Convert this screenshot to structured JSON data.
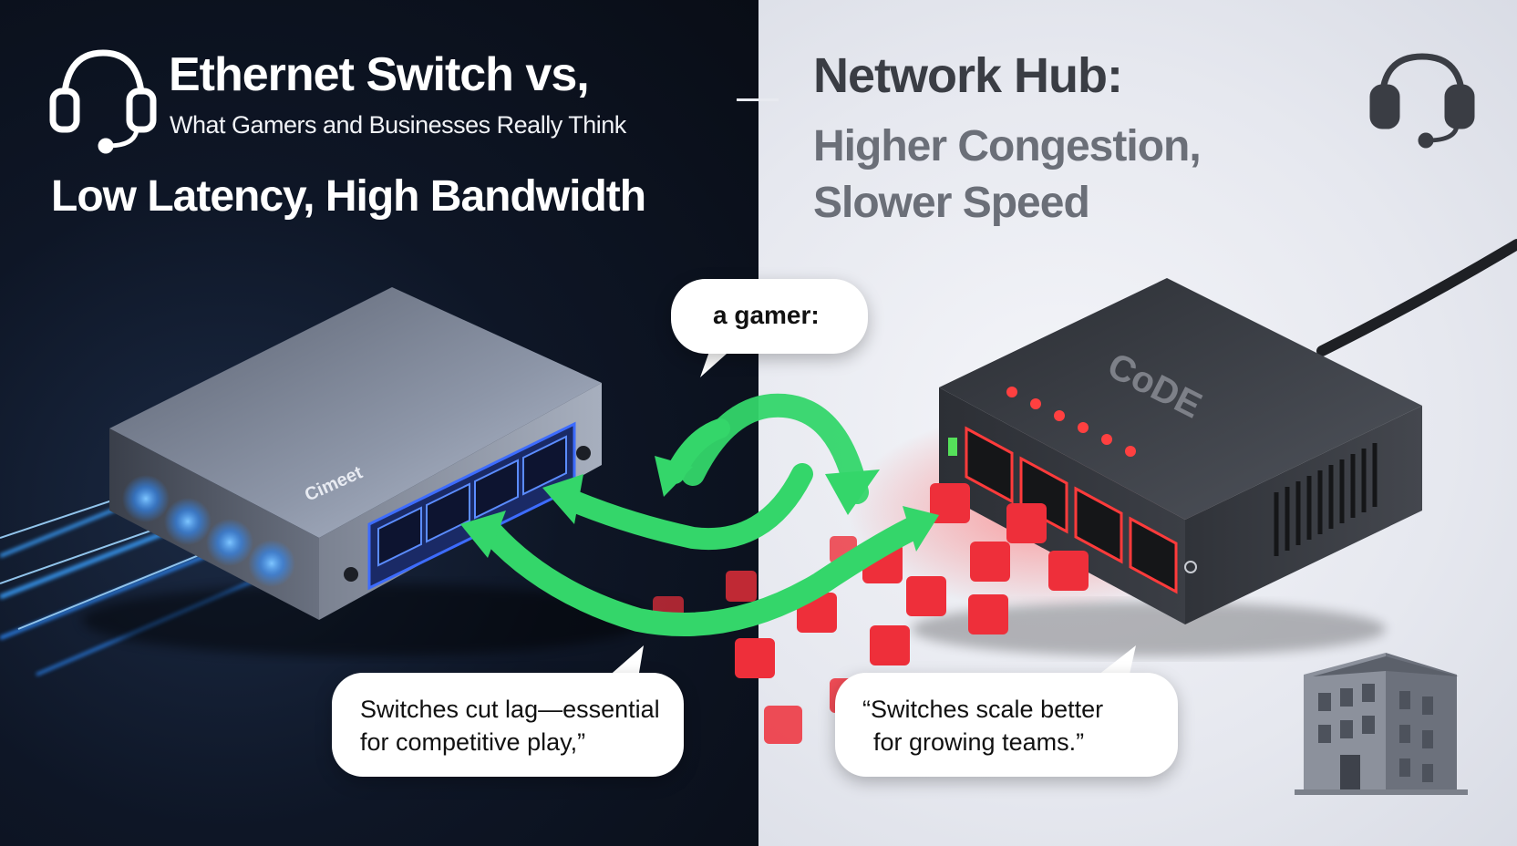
{
  "left": {
    "title": "Ethernet Switch vs,",
    "subtitle": "What Gamers and Businesses Really Think",
    "tagline": "Low Latency, High Bandwidth",
    "device_label": "Cimeet",
    "accent_color": "#2f8cff"
  },
  "right": {
    "title": "Network Hub:",
    "tagline_line1": "Higher Congestion,",
    "tagline_line2": "Slower Speed",
    "device_label": "CoDE",
    "accent_color": "#ff3b3b"
  },
  "bubbles": {
    "gamer": "a gamer:",
    "left_quote_line1": "Switches cut lag—essential",
    "left_quote_line2": "for competitive play,”",
    "right_quote_line1": "“Switches scale better",
    "right_quote_line2": "for growing teams.”"
  },
  "icons": [
    "headset-icon",
    "headset-icon",
    "building-icon"
  ],
  "colors": {
    "arrow_green": "#34d66a",
    "packet_red": "#ee2f3a"
  }
}
